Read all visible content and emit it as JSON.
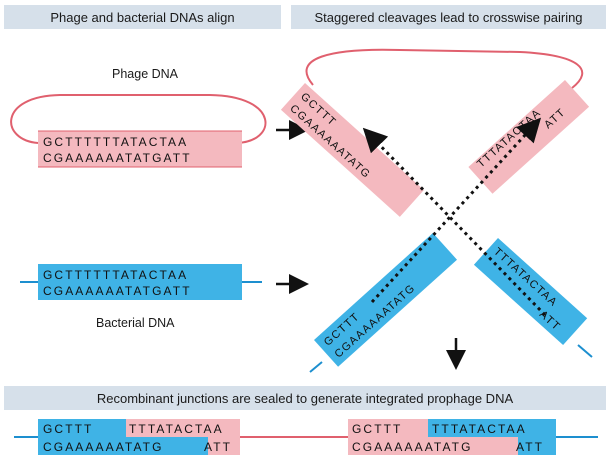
{
  "banners": {
    "step1": "Phage and bacterial DNAs align",
    "step2": "Staggered cleavages lead to crosswise pairing",
    "step3": "Recombinant junctions are sealed to generate integrated prophage DNA"
  },
  "labels": {
    "phage": "Phage DNA",
    "bacterial": "Bacterial DNA"
  },
  "sequences": {
    "full_top": "GCTTTTTTATACTAA",
    "full_bottom": "CGAAAAAATATGATT",
    "left_top": "GCTTT",
    "left_bottom": "CGAAAAAATATG",
    "right_top": "TTTATACTAA",
    "right_bottom": "ATT",
    "final_left_top_blue": "GCTTT",
    "final_left_top_red": "TTTATACTAA",
    "final_left_bottom_blue": "CGAAAAAATATG",
    "final_left_bottom_red": "ATT",
    "final_right_top_red": "GCTTT",
    "final_right_top_blue": "TTTATACTAA",
    "final_right_bottom_red": "CGAAAAAATATG",
    "final_right_bottom_blue": "ATT"
  },
  "colors": {
    "phage": "#f4b9bf",
    "phage_line": "#e0606e",
    "bacterial": "#3fb3e6",
    "bacterial_line": "#1d8fcf",
    "banner": "#d6e0ea"
  }
}
